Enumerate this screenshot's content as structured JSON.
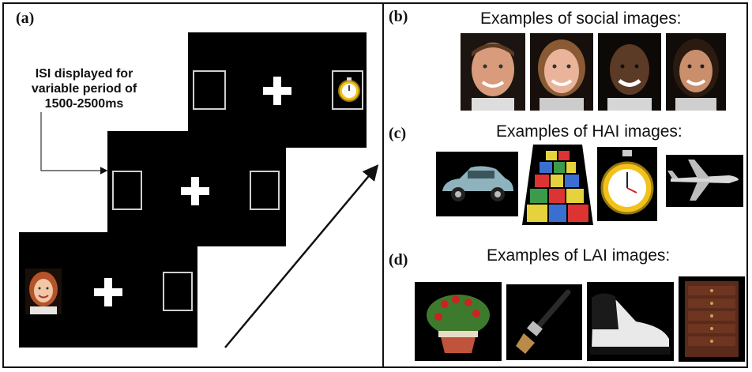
{
  "panels": {
    "a": {
      "label": "(a)",
      "isi_note": [
        "ISI displayed for",
        "variable period of",
        "1500-2500ms"
      ]
    },
    "b": {
      "label": "(b)",
      "heading": "Examples of social images:"
    },
    "c": {
      "label": "(c)",
      "heading": "Examples of HAI images:"
    },
    "d": {
      "label": "(d)",
      "heading": "Examples of LAI images:"
    }
  },
  "images": {
    "social": [
      "face-man-1-icon",
      "face-woman-1-icon",
      "face-man-2-icon",
      "face-woman-2-icon"
    ],
    "hai": [
      "vintage-car-icon",
      "toy-blocks-icon",
      "stopwatch-icon",
      "airplane-icon"
    ],
    "lai": [
      "flower-pot-icon",
      "paintbrush-icon",
      "shoe-icon",
      "dresser-icon"
    ]
  },
  "colors": {
    "screen": "#000000",
    "cross": "#ffffff",
    "frame": "#111111"
  }
}
